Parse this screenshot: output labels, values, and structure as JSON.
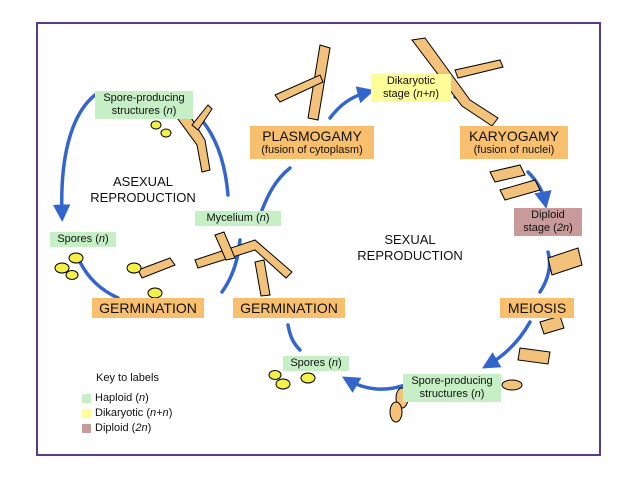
{
  "labels": {
    "spore_producing_top": {
      "line1": "Spore-producing",
      "line2": "structures (",
      "n": "n",
      "close": ")"
    },
    "asexual": {
      "line1": "ASEXUAL",
      "line2": "REPRODUCTION"
    },
    "spores_left": {
      "text": "Spores (",
      "n": "n",
      "close": ")"
    },
    "mycelium": {
      "text": "Mycelium (",
      "n": "n",
      "close": ")"
    },
    "germination_left": "GERMINATION",
    "germination_center": "GERMINATION",
    "plasmogamy": {
      "title": "PLASMOGAMY",
      "sub": "(fusion of cytoplasm)"
    },
    "dikaryotic": {
      "line1": "Dikaryotic",
      "line2": "stage (",
      "n": "n+n",
      "close": ")"
    },
    "karyogamy": {
      "title": "KARYOGAMY",
      "sub": "(fusion of nuclei)"
    },
    "diploid": {
      "line1": "Diploid",
      "line2": "stage (",
      "n": "2n",
      "close": ")"
    },
    "sexual": {
      "line1": "SEXUAL",
      "line2": "REPRODUCTION"
    },
    "meiosis": "MEIOSIS",
    "spores_bottom": {
      "text": "Spores (",
      "n": "n",
      "close": ")"
    },
    "spore_producing_bottom": {
      "line1": "Spore-producing",
      "line2": "structures (",
      "n": "n",
      "close": ")"
    }
  },
  "key": {
    "title": "Key to labels",
    "items": [
      {
        "label": "Haploid (",
        "n": "n",
        "close": ")",
        "color": "#c6efc6"
      },
      {
        "label": "Dikaryotic (",
        "n": "n+n",
        "close": ")",
        "color": "#fdfd9a"
      },
      {
        "label": "Diploid (",
        "n": "2n",
        "close": ")",
        "color": "#c99a9a"
      }
    ]
  },
  "colors": {
    "arrow": "#3366cc",
    "frame": "#5b3a8c",
    "hypha": "#f3c27a"
  }
}
